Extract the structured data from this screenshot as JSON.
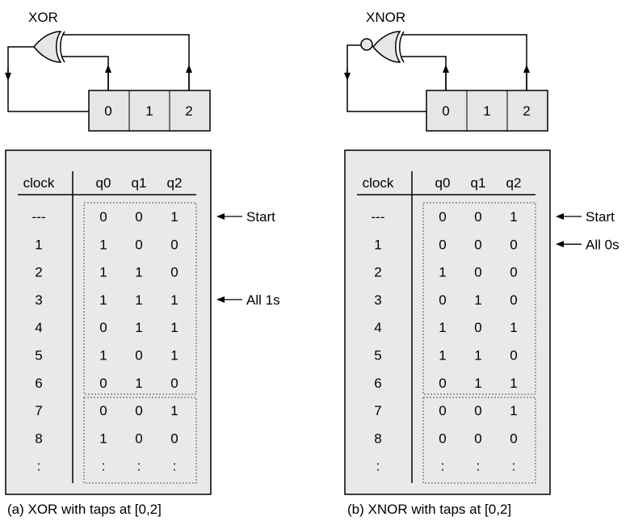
{
  "panels": [
    {
      "id": "xor",
      "gate_label": "XOR",
      "has_bubble": false,
      "register_cells": [
        "0",
        "1",
        "2"
      ],
      "table": {
        "headers": [
          "clock",
          "q0",
          "q1",
          "q2"
        ],
        "rows": [
          [
            "---",
            "0",
            "0",
            "1"
          ],
          [
            "1",
            "1",
            "0",
            "0"
          ],
          [
            "2",
            "1",
            "1",
            "0"
          ],
          [
            "3",
            "1",
            "1",
            "1"
          ],
          [
            "4",
            "0",
            "1",
            "1"
          ],
          [
            "5",
            "1",
            "0",
            "1"
          ],
          [
            "6",
            "0",
            "1",
            "0"
          ],
          [
            "7",
            "0",
            "0",
            "1"
          ],
          [
            "8",
            "1",
            "0",
            "0"
          ],
          [
            ":",
            ":",
            ":",
            ":"
          ]
        ]
      },
      "annotations": [
        {
          "row": 0,
          "text": "Start"
        },
        {
          "row": 3,
          "text": "All 1s"
        }
      ],
      "caption": "(a) XOR with taps at [0,2]"
    },
    {
      "id": "xnor",
      "gate_label": "XNOR",
      "has_bubble": true,
      "register_cells": [
        "0",
        "1",
        "2"
      ],
      "table": {
        "headers": [
          "clock",
          "q0",
          "q1",
          "q2"
        ],
        "rows": [
          [
            "---",
            "0",
            "0",
            "1"
          ],
          [
            "1",
            "0",
            "0",
            "0"
          ],
          [
            "2",
            "1",
            "0",
            "0"
          ],
          [
            "3",
            "0",
            "1",
            "0"
          ],
          [
            "4",
            "1",
            "0",
            "1"
          ],
          [
            "5",
            "1",
            "1",
            "0"
          ],
          [
            "6",
            "0",
            "1",
            "1"
          ],
          [
            "7",
            "0",
            "0",
            "1"
          ],
          [
            "8",
            "0",
            "0",
            "0"
          ],
          [
            ":",
            ":",
            ":",
            ":"
          ]
        ]
      },
      "annotations": [
        {
          "row": 0,
          "text": "Start"
        },
        {
          "row": 1,
          "text": "All 0s"
        }
      ],
      "caption": "(b) XNOR with taps at [0,2]"
    }
  ],
  "colors": {
    "panel_fill": "#e9e9e9",
    "panel_border": "#000000",
    "register_fill": "#e6e6e6",
    "gate_fill": "#e6e6e6",
    "dotted_box": "#555555"
  }
}
